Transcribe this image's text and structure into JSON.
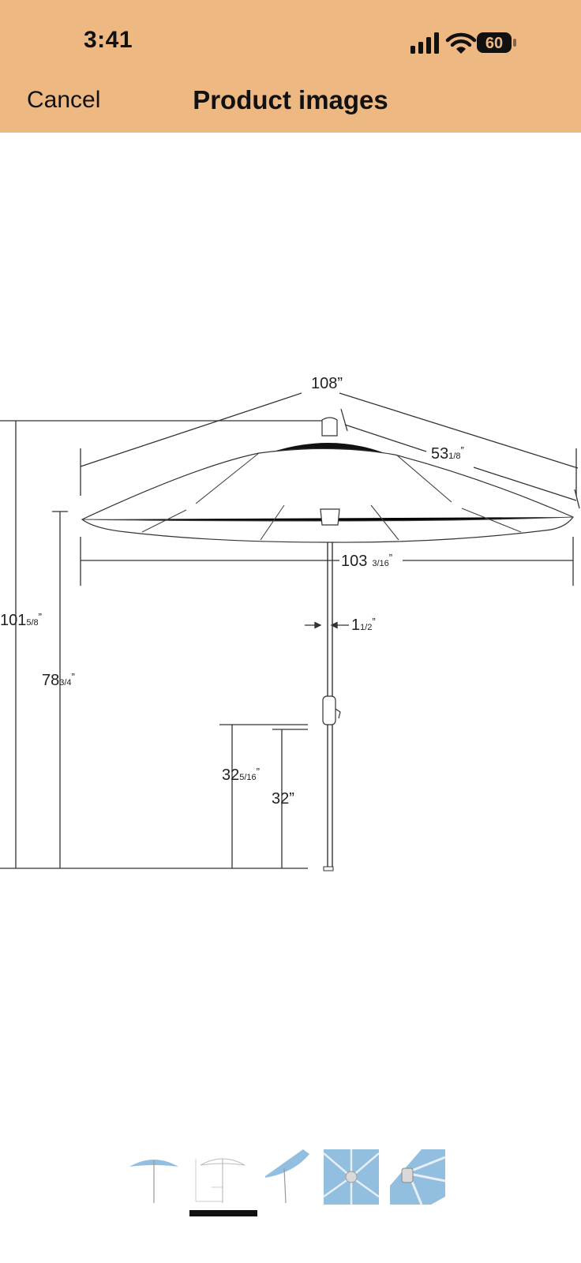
{
  "status_bar": {
    "time": "3:41",
    "battery": "60"
  },
  "nav": {
    "cancel_label": "Cancel",
    "title": "Product images"
  },
  "diagram": {
    "dim_canopy_arc": "108”",
    "dim_rib_main": "53",
    "dim_rib_frac": "1/8",
    "dim_rib_quote": "”",
    "dim_span_main": "103",
    "dim_span_frac": "3/16",
    "dim_span_quote": "”",
    "dim_pole_main": "1",
    "dim_pole_frac": "1/2",
    "dim_pole_quote": "”",
    "dim_total_main": "101",
    "dim_total_frac": "5/8",
    "dim_total_quote": "”",
    "dim_clear_main": "78",
    "dim_clear_frac": "3/4",
    "dim_clear_quote": "”",
    "dim_crank_main": "32",
    "dim_crank_frac": "5/16",
    "dim_crank_quote": "”",
    "dim_base": "32”"
  },
  "thumbnails": {
    "count": 5,
    "selected_index": 1,
    "items": [
      {
        "name": "umbrella-open-blue"
      },
      {
        "name": "umbrella-dimensions"
      },
      {
        "name": "umbrella-tilted-blue"
      },
      {
        "name": "umbrella-underside"
      },
      {
        "name": "umbrella-hub-closeup"
      }
    ]
  },
  "colors": {
    "header_bg": "#eeb883",
    "canopy_sky": "#92bedf"
  }
}
